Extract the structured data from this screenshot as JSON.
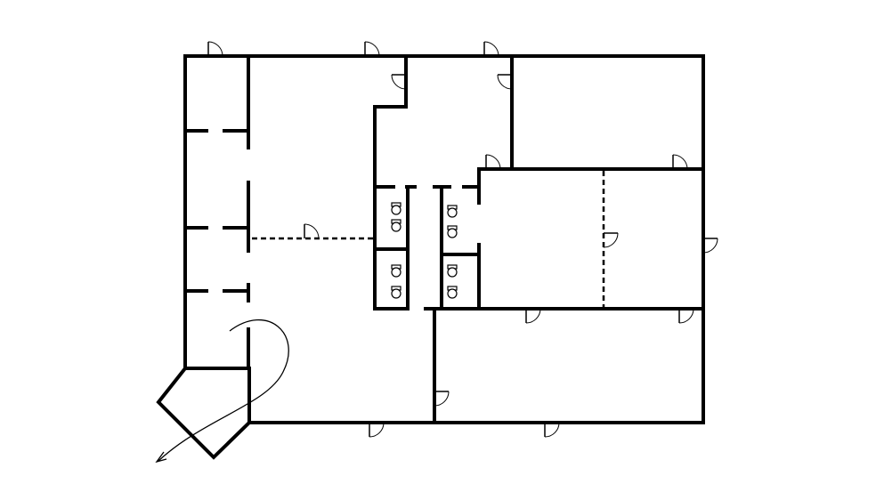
{
  "plan": {
    "kind": "floor-plan",
    "line_color": "#000000",
    "background": "#ffffff",
    "rooms": [
      {
        "id": "open-area-west"
      },
      {
        "id": "corridor-north"
      },
      {
        "id": "office-northeast"
      },
      {
        "id": "office-east-a"
      },
      {
        "id": "office-east-b"
      },
      {
        "id": "office-southeast"
      },
      {
        "id": "storage-a"
      },
      {
        "id": "storage-b"
      },
      {
        "id": "storage-c"
      },
      {
        "id": "restroom-a"
      },
      {
        "id": "restroom-b"
      },
      {
        "id": "restroom-c"
      },
      {
        "id": "restroom-d"
      },
      {
        "id": "vestibule"
      }
    ],
    "door_count": 14,
    "fixture_count": 8,
    "icons": [
      "door-swing-icon",
      "toilet-icon",
      "exit-arrow-icon"
    ]
  }
}
